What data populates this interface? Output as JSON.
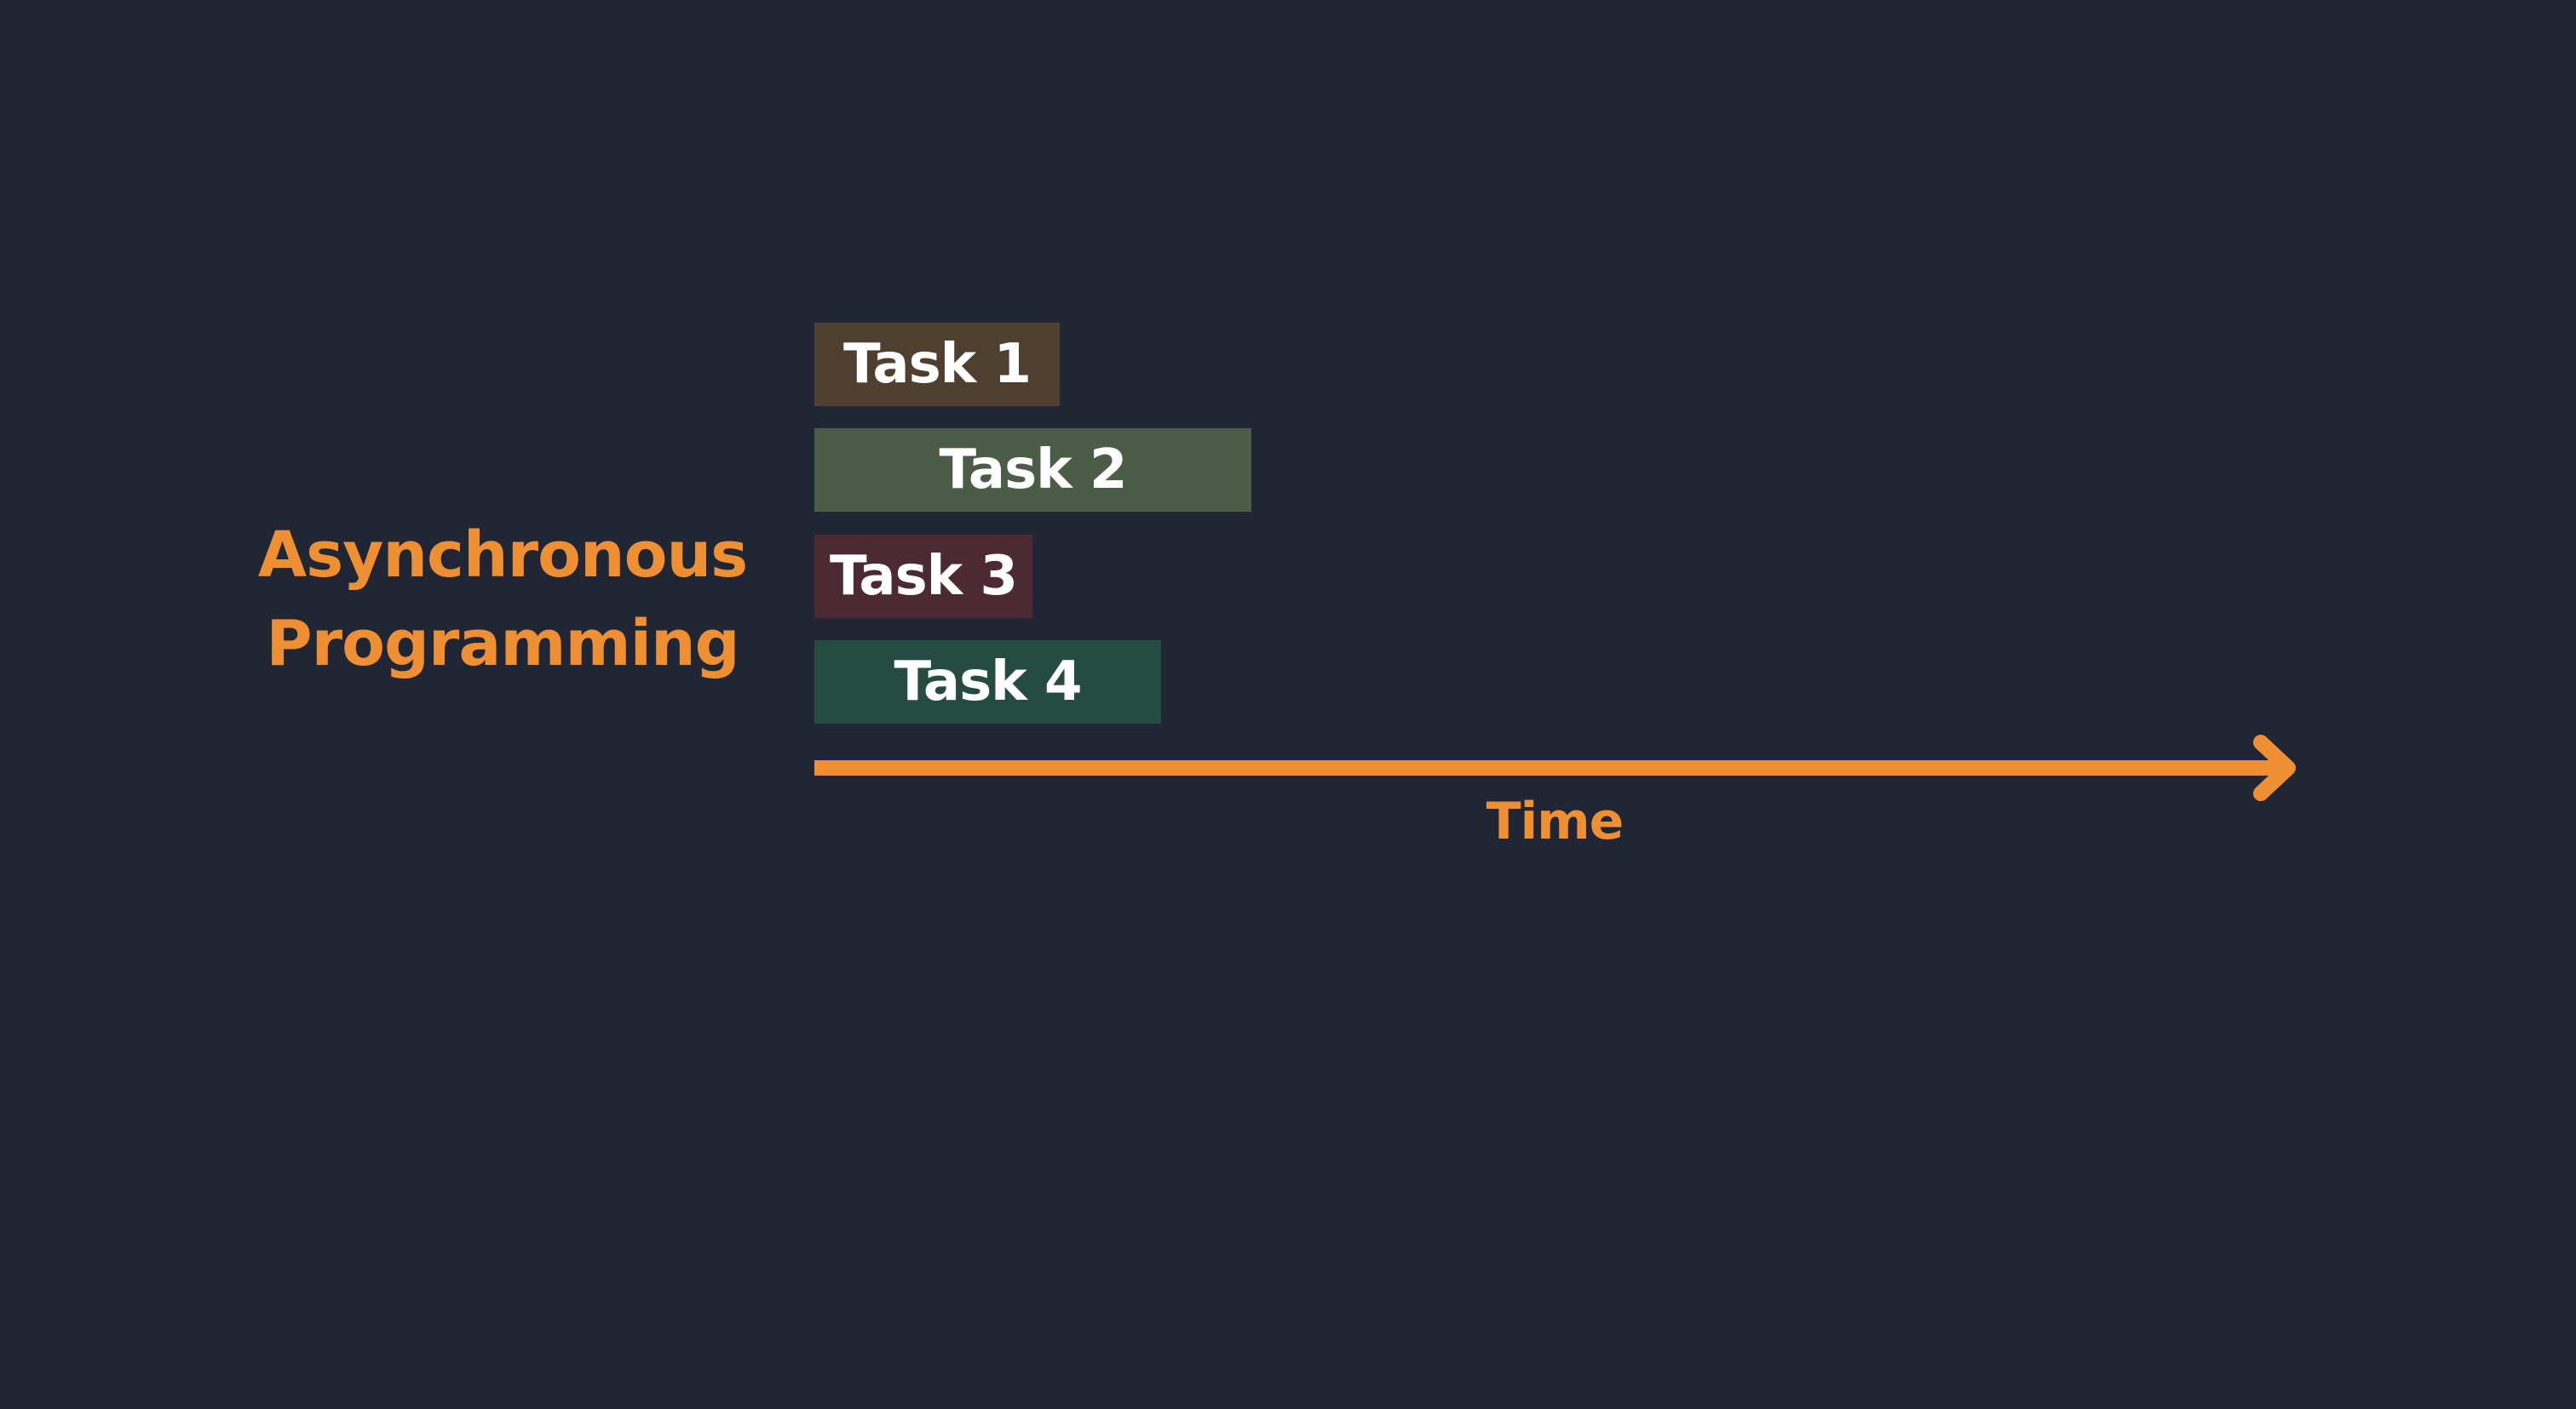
{
  "title": {
    "line1": "Asynchronous",
    "line2": "Programming"
  },
  "tasks": [
    {
      "label": "Task 1",
      "color": "#4e3f2e"
    },
    {
      "label": "Task 2",
      "color": "#4b5c47"
    },
    {
      "label": "Task 3",
      "color": "#4c2a33"
    },
    {
      "label": "Task 4",
      "color": "#264b41"
    }
  ],
  "axis": {
    "label": "Time"
  },
  "colors": {
    "background": "#212634",
    "accent": "#ee8f33",
    "task_text": "#ffffff"
  }
}
